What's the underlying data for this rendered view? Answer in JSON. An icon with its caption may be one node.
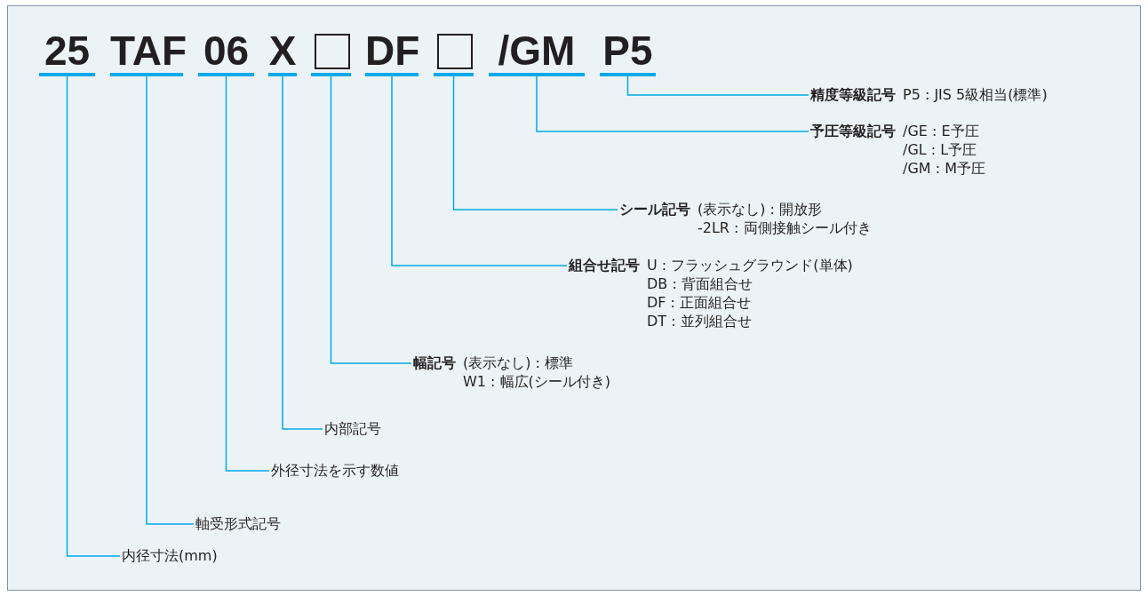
{
  "diagram": {
    "nodes": [
      {
        "text": [
          "25"
        ]
      },
      {
        "text": [
          "TAF"
        ]
      },
      {
        "text": [
          "06"
        ]
      },
      {
        "text": [
          "X"
        ]
      },
      {
        "text": [],
        "shape": "box"
      },
      {
        "text": [
          "DF"
        ]
      },
      {
        "text": [],
        "shape": "box"
      },
      {
        "text": [
          "/GM"
        ]
      },
      {
        "text": [
          "P5"
        ]
      },
      {
        "text": [
          "精度等級記号",
          "P5 : JIS 5級相当(標準)"
        ]
      },
      {
        "text": [
          "予圧等級記号",
          "/GE : E予圧",
          "/GL : L予圧",
          "/GM : M予圧"
        ]
      },
      {
        "text": [
          "シール記号",
          "(表示なし) : 開放形",
          "-2LR : 両側接触シール付き"
        ]
      },
      {
        "text": [
          "組合せ記号",
          "U : フラッシュグラウンド(単体)",
          "DB : 背面組合せ",
          "DF : 正面組合せ",
          "DT : 並列組合せ"
        ]
      },
      {
        "text": [
          "幅記号",
          "(表示なし) : 標準",
          "W1 : 幅広(シール付き)"
        ]
      },
      {
        "text": [
          "内部記号"
        ]
      },
      {
        "text": [
          "外径寸法を示す数値"
        ]
      },
      {
        "text": [
          "軸受形式記号"
        ]
      },
      {
        "text": [
          "内径寸法(mm)"
        ]
      }
    ],
    "edges": [
      {
        "from": 8,
        "to": 9,
        "arrow": "none"
      },
      {
        "from": 7,
        "to": 10,
        "arrow": "none"
      },
      {
        "from": 6,
        "to": 11,
        "arrow": "none"
      },
      {
        "from": 5,
        "to": 12,
        "arrow": "none"
      },
      {
        "from": 4,
        "to": 13,
        "arrow": "none"
      },
      {
        "from": 3,
        "to": 14,
        "arrow": "none"
      },
      {
        "from": 2,
        "to": 15,
        "arrow": "none"
      },
      {
        "from": 1,
        "to": 16,
        "arrow": "none"
      },
      {
        "from": 0,
        "to": 17,
        "arrow": "none"
      }
    ]
  }
}
